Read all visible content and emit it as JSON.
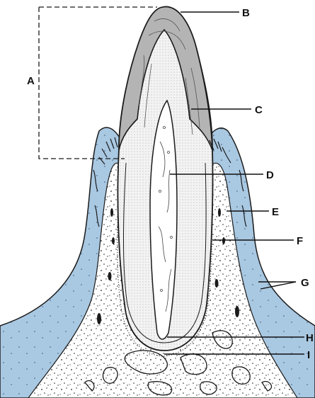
{
  "labels": {
    "a": "A",
    "b": "B",
    "c": "C",
    "d": "D",
    "e": "E",
    "f": "F",
    "g": "G",
    "h": "H",
    "i": "I"
  },
  "colors": {
    "gingiva": "#a9c8e2",
    "enamel": "#b4b4b4",
    "dentin": "#f3f3f3",
    "pulp": "#ffffff",
    "bone": "#ffffff",
    "outline": "#1a1a1a"
  }
}
